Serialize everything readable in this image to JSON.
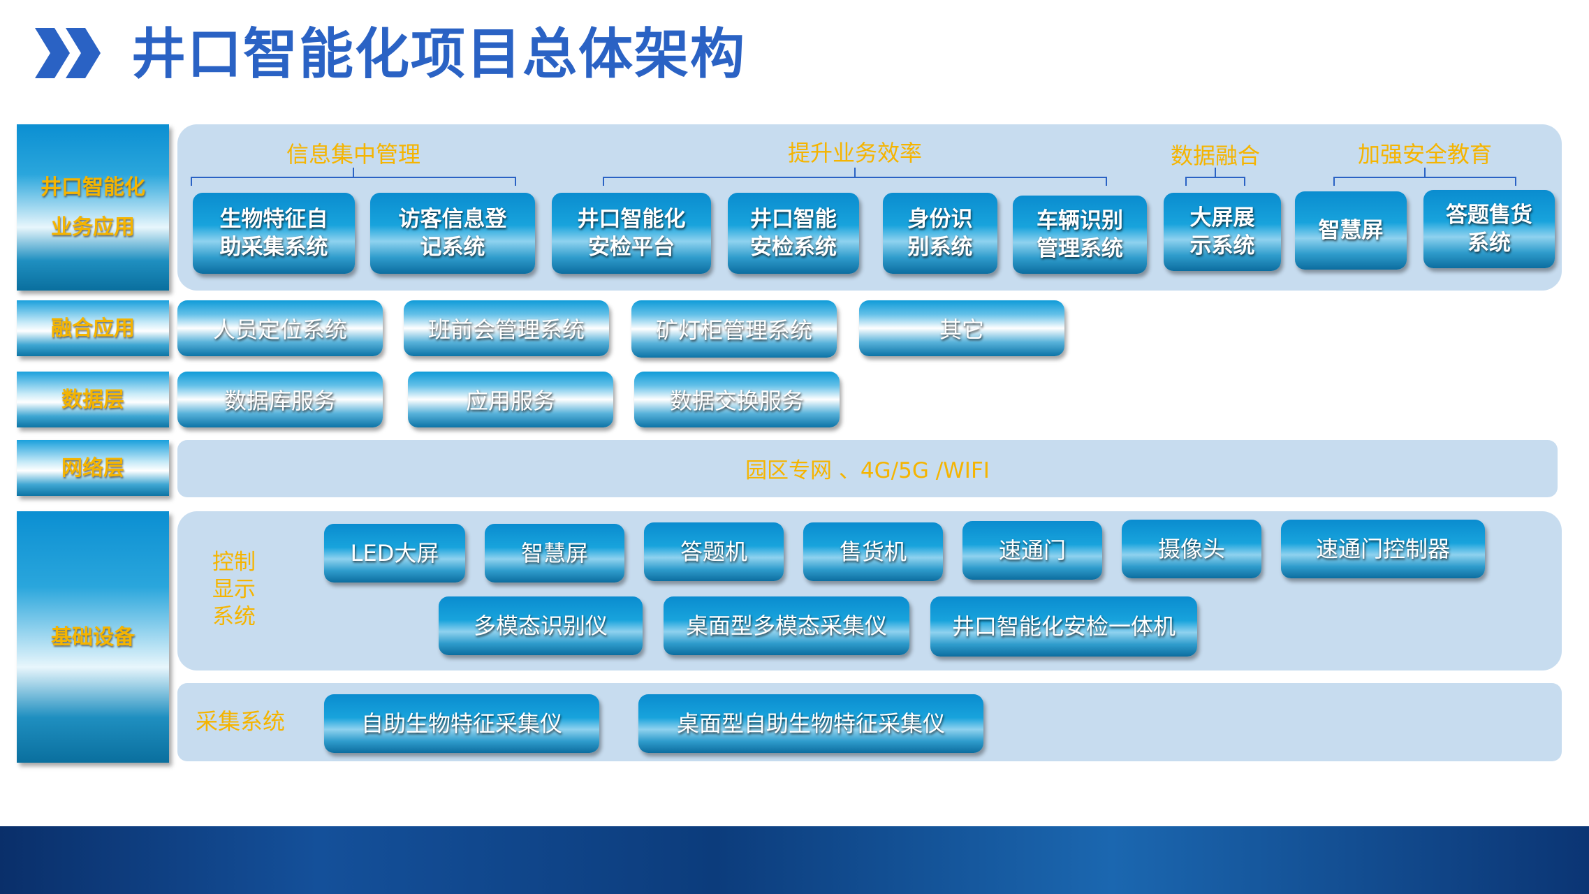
{
  "title": "井口智能化项目总体架构",
  "layers": {
    "app": [
      "井口智能化",
      "业务应用"
    ],
    "fusion": "融合应用",
    "data": "数据层",
    "network": "网络层",
    "base": "基础设备"
  },
  "app_categories": [
    "信息集中管理",
    "提升业务效率",
    "数据融合",
    "加强安全教育"
  ],
  "app_systems": [
    [
      "生物特征自",
      "助采集系统"
    ],
    [
      "访客信息登",
      "记系统"
    ],
    [
      "井口智能化",
      "安检平台"
    ],
    [
      "井口智能",
      "安检系统"
    ],
    [
      "身份识",
      "别系统"
    ],
    [
      "车辆识别",
      "管理系统"
    ],
    [
      "大屏展",
      "示系统"
    ],
    [
      "智慧屏"
    ],
    [
      "答题售货",
      "系统"
    ]
  ],
  "fusion_items": [
    "人员定位系统",
    "班前会管理系统",
    "矿灯柜管理系统",
    "其它"
  ],
  "data_items": [
    "数据库服务",
    "应用服务",
    "数据交换服务"
  ],
  "network_text": "园区专网 、4G/5G /WIFI",
  "control": {
    "label": [
      "控制",
      "显示",
      "系统"
    ],
    "row1": [
      "LED大屏",
      "智慧屏",
      "答题机",
      "售货机",
      "速通门",
      "摄像头",
      "速通门控制器"
    ],
    "row2": [
      "多模态识别仪",
      "桌面型多模态采集仪",
      "井口智能化安检一体机"
    ]
  },
  "collect": {
    "label": "采集系统",
    "items": [
      "自助生物特征采集仪",
      "桌面型自助生物特征采集仪"
    ]
  },
  "colors": {
    "title": "#2a62c4",
    "accent": "#f5b400",
    "panel": "#c7dcef"
  }
}
